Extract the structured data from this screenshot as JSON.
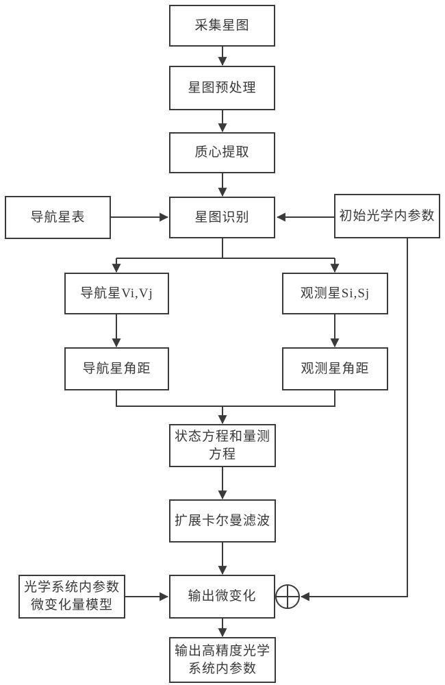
{
  "diagram": {
    "type": "flowchart",
    "colors": {
      "line": "#3a3a3a",
      "border": "#3a3a3a",
      "text": "#383838",
      "node_fill": "#ffffff",
      "background": "#ffffff"
    },
    "symbols": {
      "sum_junction": "⊕"
    },
    "nodes": {
      "collect": {
        "label": "采集星图"
      },
      "preprocess": {
        "label": "星图预处理"
      },
      "centroid": {
        "label": "质心提取"
      },
      "identify": {
        "label": "星图识别"
      },
      "catalog": {
        "label": "导航星表"
      },
      "initial_params": {
        "label": "初始光学内参数"
      },
      "nav_star": {
        "label": "导航星Vi,Vj"
      },
      "obs_star": {
        "label": "观测星Si,Sj"
      },
      "nav_angle": {
        "label": "导航星角距"
      },
      "obs_angle": {
        "label": "观测星角距"
      },
      "state_eq": {
        "label": "状态方程和量测\n方程"
      },
      "ekf": {
        "label": "扩展卡尔曼滤波"
      },
      "model": {
        "label": "光学系统内参数\n微变化量模型"
      },
      "output_delta": {
        "label": "输出微变化"
      },
      "output_final": {
        "label": "输出高精度光学\n系统内参数"
      }
    },
    "edges": [
      {
        "from": "collect",
        "to": "preprocess"
      },
      {
        "from": "preprocess",
        "to": "centroid"
      },
      {
        "from": "centroid",
        "to": "identify"
      },
      {
        "from": "catalog",
        "to": "identify"
      },
      {
        "from": "initial_params",
        "to": "identify"
      },
      {
        "from": "identify",
        "to": "nav_star"
      },
      {
        "from": "identify",
        "to": "obs_star"
      },
      {
        "from": "nav_star",
        "to": "nav_angle"
      },
      {
        "from": "obs_star",
        "to": "obs_angle"
      },
      {
        "from": "nav_angle",
        "to": "state_eq"
      },
      {
        "from": "obs_angle",
        "to": "state_eq"
      },
      {
        "from": "state_eq",
        "to": "ekf"
      },
      {
        "from": "ekf",
        "to": "output_delta"
      },
      {
        "from": "model",
        "to": "output_delta"
      },
      {
        "from": "initial_params",
        "to": "sum_junction"
      },
      {
        "from": "output_delta",
        "to": "sum_junction"
      },
      {
        "from": "output_delta",
        "to": "output_final"
      }
    ]
  }
}
